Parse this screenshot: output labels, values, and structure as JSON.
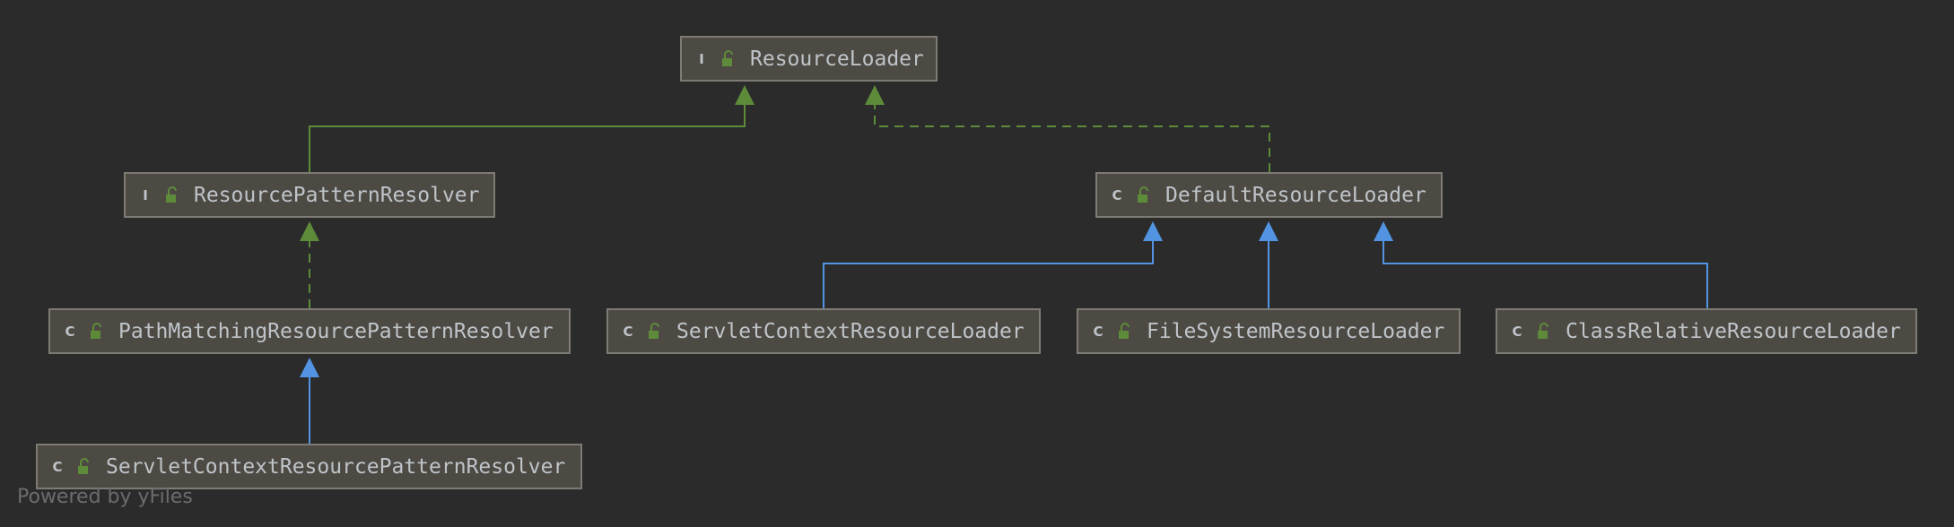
{
  "colors": {
    "background": "#2b2b2b",
    "node_fill": "#4d4a44",
    "node_border": "#7e7b74",
    "implements_edge": "#5e8b3a",
    "extends_edge": "#5294e2",
    "interface_badge": "#5e8b3a",
    "class_badge": "#3f8fa0"
  },
  "nodes": [
    {
      "id": "ResourceLoader",
      "kind": "interface",
      "badge": "I",
      "label": "ResourceLoader"
    },
    {
      "id": "ResourcePatternResolver",
      "kind": "interface",
      "badge": "I",
      "label": "ResourcePatternResolver"
    },
    {
      "id": "DefaultResourceLoader",
      "kind": "class",
      "badge": "C",
      "label": "DefaultResourceLoader"
    },
    {
      "id": "PathMatchingResourcePatternResolver",
      "kind": "class",
      "badge": "C",
      "label": "PathMatchingResourcePatternResolver"
    },
    {
      "id": "ServletContextResourceLoader",
      "kind": "class",
      "badge": "C",
      "label": "ServletContextResourceLoader"
    },
    {
      "id": "FileSystemResourceLoader",
      "kind": "class",
      "badge": "C",
      "label": "FileSystemResourceLoader"
    },
    {
      "id": "ClassRelativeResourceLoader",
      "kind": "class",
      "badge": "C",
      "label": "ClassRelativeResourceLoader"
    },
    {
      "id": "ServletContextResourcePatternResolver",
      "kind": "class",
      "badge": "C",
      "label": "ServletContextResourcePatternResolver"
    }
  ],
  "edges": [
    {
      "from": "ResourcePatternResolver",
      "to": "ResourceLoader",
      "type": "extends-interface",
      "style": "solid",
      "color": "#5e8b3a"
    },
    {
      "from": "DefaultResourceLoader",
      "to": "ResourceLoader",
      "type": "implements",
      "style": "dashed",
      "color": "#5e8b3a"
    },
    {
      "from": "PathMatchingResourcePatternResolver",
      "to": "ResourcePatternResolver",
      "type": "implements",
      "style": "dashed",
      "color": "#5e8b3a"
    },
    {
      "from": "ServletContextResourcePatternResolver",
      "to": "PathMatchingResourcePatternResolver",
      "type": "extends",
      "style": "solid",
      "color": "#5294e2"
    },
    {
      "from": "ServletContextResourceLoader",
      "to": "DefaultResourceLoader",
      "type": "extends",
      "style": "solid",
      "color": "#5294e2"
    },
    {
      "from": "FileSystemResourceLoader",
      "to": "DefaultResourceLoader",
      "type": "extends",
      "style": "solid",
      "color": "#5294e2"
    },
    {
      "from": "ClassRelativeResourceLoader",
      "to": "DefaultResourceLoader",
      "type": "extends",
      "style": "solid",
      "color": "#5294e2"
    }
  ],
  "footer": "Powered by yFiles"
}
